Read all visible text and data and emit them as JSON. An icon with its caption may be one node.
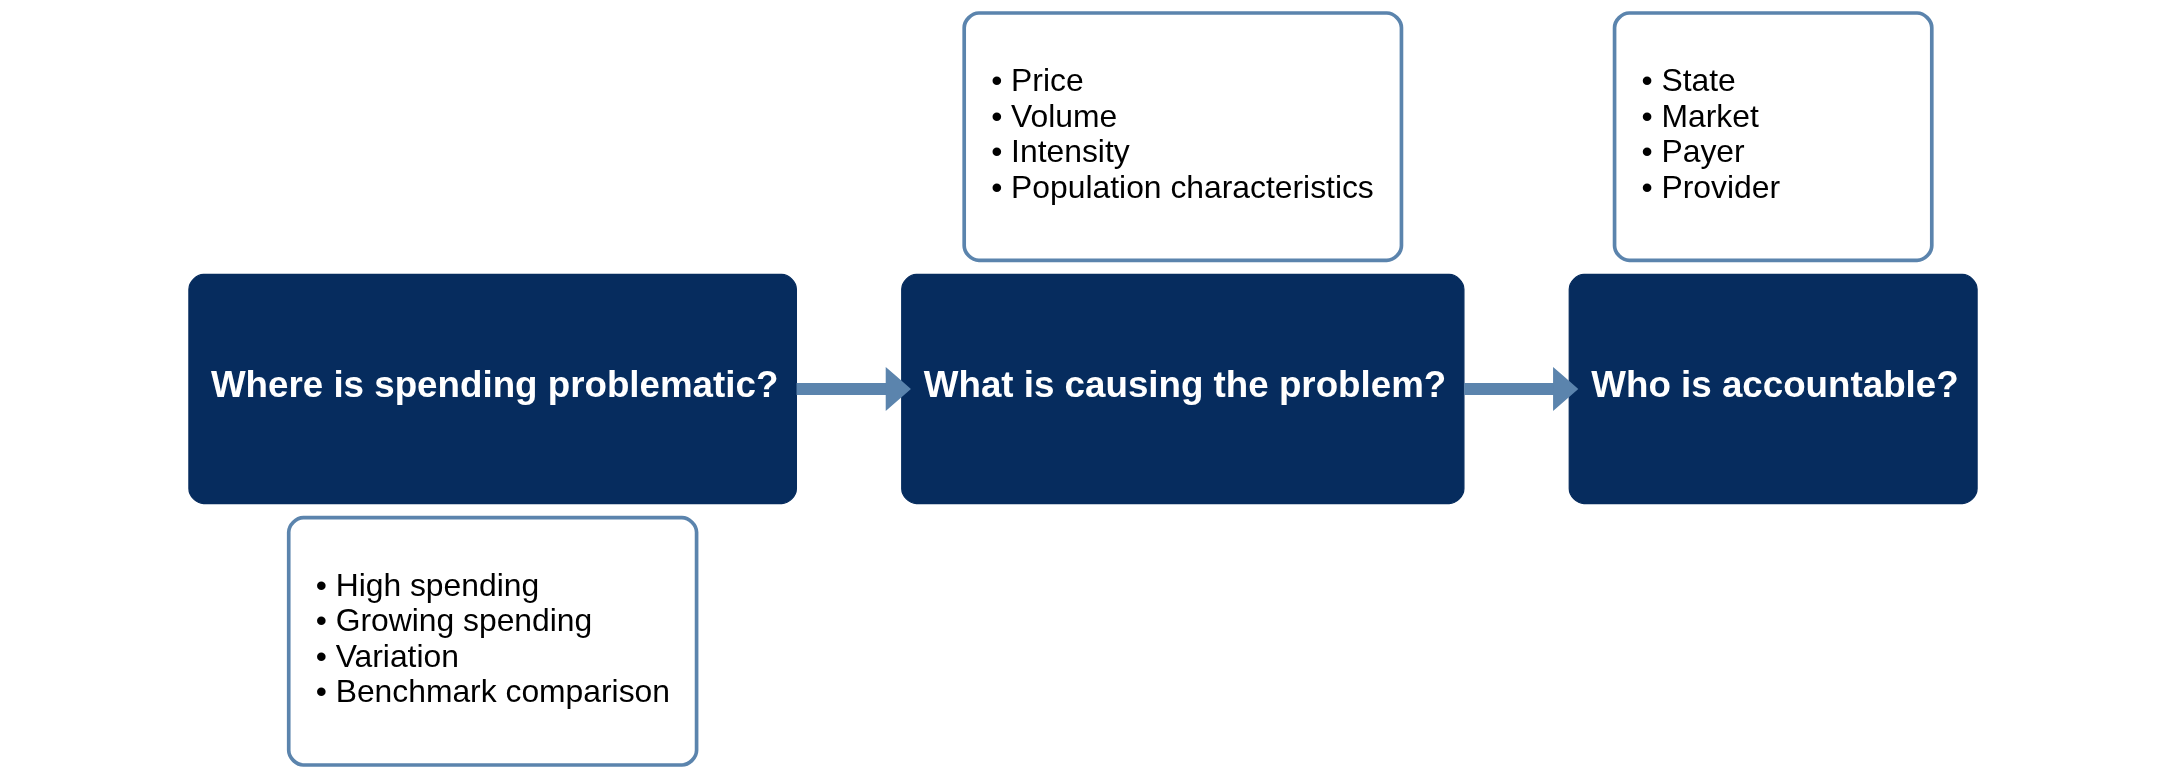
{
  "diagram": {
    "nodes": [
      {
        "text": [
          "Where is spending problematic?"
        ]
      },
      {
        "text": [
          "• High spending",
          "• Growing spending",
          "• Variation",
          "• Benchmark comparison"
        ]
      },
      {
        "text": [
          "What is causing the problem?"
        ]
      },
      {
        "text": [
          "• Price",
          "• Volume",
          "• Intensity",
          "• Population characteristics"
        ]
      },
      {
        "text": [
          "Who is accountable?"
        ]
      },
      {
        "text": [
          "• State",
          "• Market",
          "• Payer",
          "• Provider"
        ]
      }
    ],
    "edges": [
      {
        "from": 0,
        "to": 2,
        "arrow": "to"
      },
      {
        "from": 2,
        "to": 4,
        "arrow": "to"
      }
    ]
  }
}
